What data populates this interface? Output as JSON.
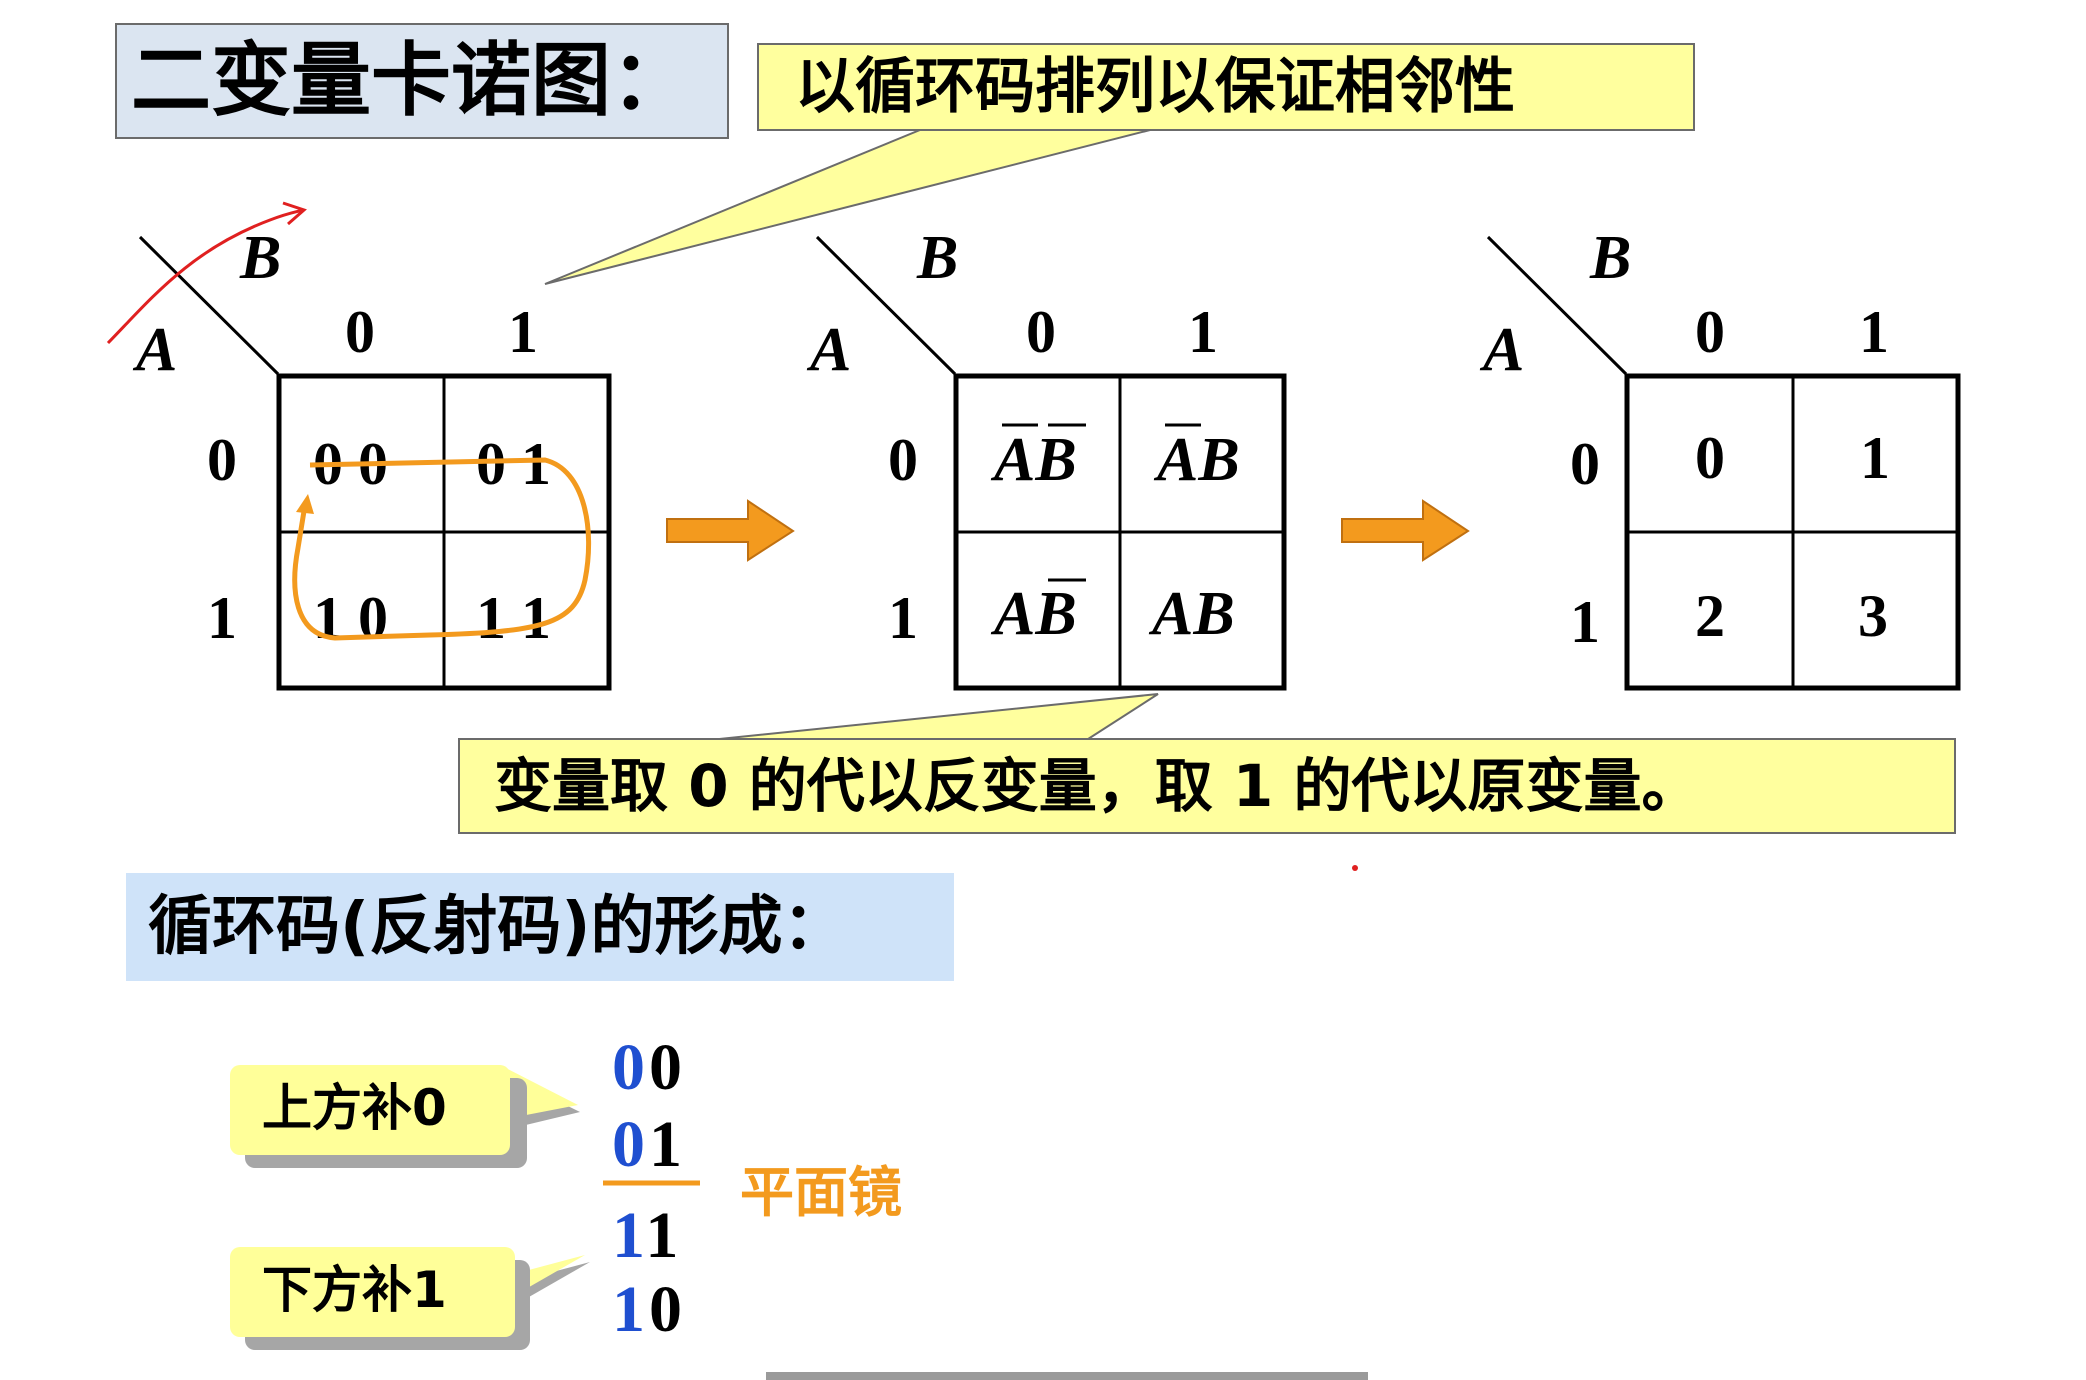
{
  "title": "二变量卡诺图：",
  "callout_top": "以循环码排列以保证相邻性",
  "callout_bottom": "变量取 0 的代以反变量，取 1 的代以原变量。",
  "section_title": "循环码(反射码)的形成：",
  "maps": [
    {
      "row_var": "A",
      "col_var": "B",
      "col_labels": [
        "0",
        "1"
      ],
      "row_labels": [
        "0",
        "1"
      ],
      "cells": [
        "0 0",
        "0 1",
        "1 0",
        "1 1"
      ]
    },
    {
      "row_var": "A",
      "col_var": "B",
      "col_labels": [
        "0",
        "1"
      ],
      "row_labels": [
        "0",
        "1"
      ],
      "cells": [
        "AB",
        "AB",
        "AB",
        "AB"
      ],
      "overbar_cells": [
        [
          "A",
          "B"
        ],
        [
          "A"
        ],
        [
          "B"
        ],
        []
      ]
    },
    {
      "row_var": "A",
      "col_var": "B",
      "col_labels": [
        "0",
        "1"
      ],
      "row_labels": [
        "0",
        "1"
      ],
      "cells": [
        "0",
        "1",
        "2",
        "3"
      ]
    }
  ],
  "gray_code": {
    "rows": [
      {
        "prefix": "0",
        "suffix": "0"
      },
      {
        "prefix": "0",
        "suffix": "1"
      },
      {
        "prefix": "1",
        "suffix": "1"
      },
      {
        "prefix": "1",
        "suffix": "0"
      }
    ],
    "mirror_label": "平面镜",
    "bubble_top": "上方补0",
    "bubble_bottom": "下方补1"
  },
  "colors": {
    "arrow": "#f39a1e",
    "loop": "#f39a1e",
    "annotation_red": "#e02020",
    "gray_code_prefix": "#1f4fd0",
    "callout_fill": "#ffff9e",
    "title_fill": "#dbe5f1",
    "section_fill": "#cfe3f9"
  }
}
